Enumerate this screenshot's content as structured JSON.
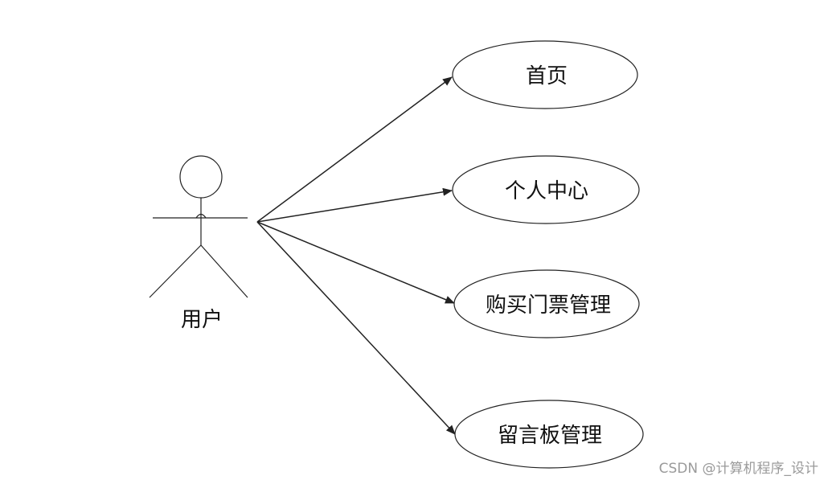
{
  "diagram": {
    "actor": {
      "label": "用户"
    },
    "use_cases": [
      {
        "id": "home",
        "label": "首页"
      },
      {
        "id": "personal-center",
        "label": "个人中心"
      },
      {
        "id": "ticket-purchase-management",
        "label": "购买门票管理"
      },
      {
        "id": "message-board-management",
        "label": "留言板管理"
      }
    ],
    "associations": [
      {
        "from": "actor",
        "to": "home"
      },
      {
        "from": "actor",
        "to": "personal-center"
      },
      {
        "from": "actor",
        "to": "ticket-purchase-management"
      },
      {
        "from": "actor",
        "to": "message-board-management"
      }
    ]
  },
  "watermark": "CSDN @计算机程序_设计"
}
